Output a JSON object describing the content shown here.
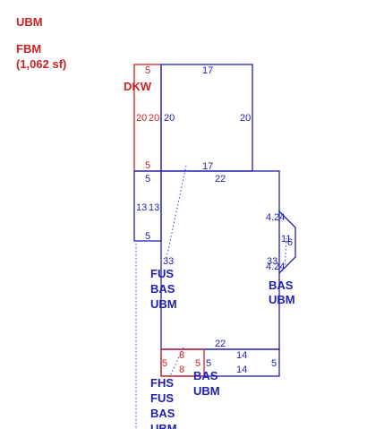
{
  "colors": {
    "red": "#cc2222",
    "blue": "#1f1fb4",
    "dotted": "#3a3ad0"
  },
  "legend": {
    "ubm": "UBM",
    "fbm": "FBM",
    "fbm_area": "(1,062 sf)"
  },
  "deck_dkw": {
    "label": "DKW",
    "top": "5",
    "left": "20",
    "right": "20",
    "bottom": "5"
  },
  "section_upper": {
    "top": "17",
    "left": "20",
    "right": "20",
    "bottom": "17"
  },
  "section_main": {
    "top": "22",
    "bottom": "22",
    "side_top": "5",
    "side_left": "13",
    "side_right": "13",
    "side_bottom": "5",
    "dim_33_left": "33",
    "bay_4_24_a": "4.24",
    "bay_11": "11",
    "bay_6": "6",
    "bay_33_right": "33",
    "bay_4_24_b": "4.24"
  },
  "section_lower": {
    "red_left": "5",
    "red_top": "8",
    "red_bottom": "8",
    "red_right": "5",
    "blue_left": "5",
    "blue_top": "14",
    "blue_bottom": "14",
    "blue_right": "5"
  },
  "labels": {
    "main_stack": [
      "FUS",
      "BAS",
      "UBM"
    ],
    "right_stack": [
      "BAS",
      "UBM"
    ],
    "lower_mid_stack": [
      "BAS",
      "UBM"
    ],
    "lower_left_stack": [
      "FHS",
      "FUS",
      "BAS",
      "UBM"
    ]
  }
}
